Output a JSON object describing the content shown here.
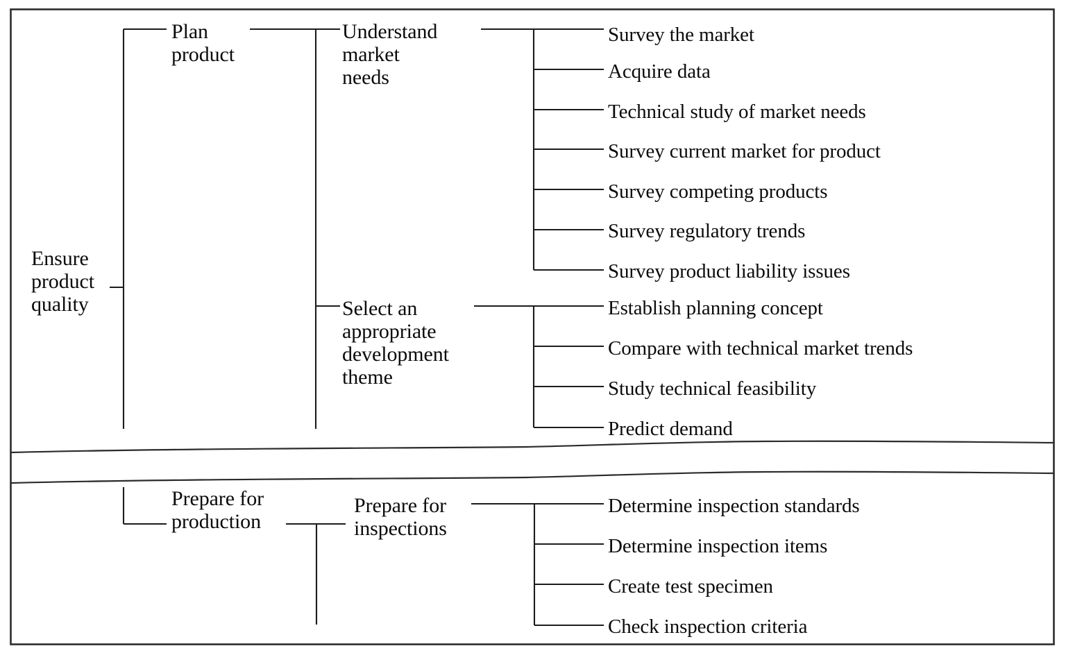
{
  "diagram": {
    "type": "tree-diagram",
    "title": "Ensure product quality quality-function-deployment tree",
    "border_color": "#2b2b2b",
    "line_color": "#1c1c1c",
    "background": "#ffffff",
    "break_note": "horizontal wavy break lines indicate omitted middle rows"
  },
  "root": {
    "label": "Ensure\nproduct\nquality"
  },
  "level1": [
    {
      "label": "Plan\nproduct"
    },
    {
      "label": "Prepare for\nproduction"
    }
  ],
  "level2": [
    {
      "label": "Understand\nmarket\nneeds"
    },
    {
      "label": "Select an\nappropriate\ndevelopment\ntheme"
    },
    {
      "label": "Prepare for\ninspections"
    }
  ],
  "groups": {
    "understand_market_needs": {
      "parent": "Understand market needs",
      "leaves": [
        "Survey the market",
        "Acquire data",
        "Technical study of market needs",
        "Survey current market for product",
        "Survey competing products",
        "Survey regulatory trends",
        "Survey product liability issues"
      ]
    },
    "select_development_theme": {
      "parent": "Select an appropriate development theme",
      "leaves": [
        "Establish planning concept",
        "Compare with technical market trends",
        "Study technical feasibility",
        "Predict demand"
      ]
    },
    "prepare_for_inspections": {
      "parent": "Prepare for inspections",
      "leaves": [
        "Determine inspection standards",
        "Determine inspection items",
        "Create test specimen",
        "Check inspection criteria"
      ]
    }
  }
}
